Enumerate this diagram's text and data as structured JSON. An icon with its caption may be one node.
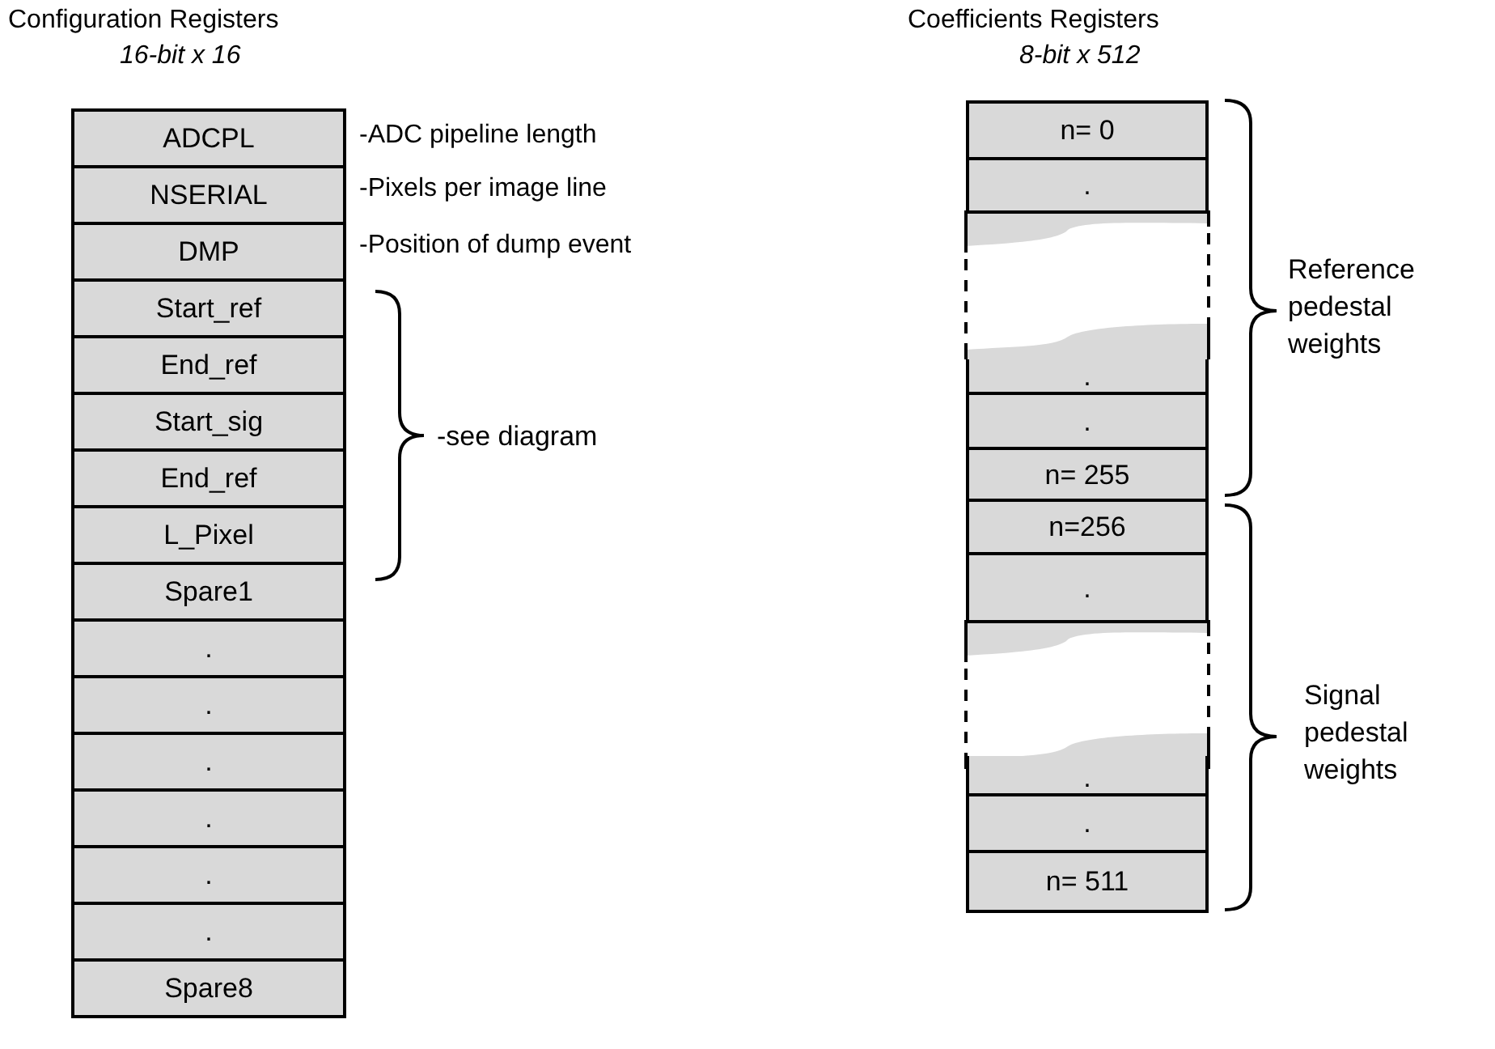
{
  "diagram": {
    "nodes": [
      {
        "text": [
          "Configuration Registers",
          "16-bit x 16"
        ]
      },
      {
        "text": [
          "ADCPL"
        ],
        "in": 0,
        "beside": [
          "-ADC pipeline length"
        ]
      },
      {
        "text": [
          "NSERIAL"
        ],
        "in": 0,
        "beside": [
          "-Pixels per image line"
        ]
      },
      {
        "text": [
          "DMP"
        ],
        "in": 0,
        "beside": [
          "-Position of dump event"
        ]
      },
      {
        "text": [
          "Start_ref"
        ],
        "in": 0
      },
      {
        "text": [
          "End_ref"
        ],
        "in": 0
      },
      {
        "text": [
          "Start_sig"
        ],
        "in": 0
      },
      {
        "text": [
          "End_ref"
        ],
        "in": 0
      },
      {
        "text": [
          "L_Pixel"
        ],
        "in": 0
      },
      {
        "text": [
          "Spare1"
        ],
        "in": 0
      },
      {
        "text": [
          "."
        ],
        "in": 0
      },
      {
        "text": [
          "."
        ],
        "in": 0
      },
      {
        "text": [
          "."
        ],
        "in": 0
      },
      {
        "text": [
          "."
        ],
        "in": 0
      },
      {
        "text": [
          "."
        ],
        "in": 0
      },
      {
        "text": [
          "."
        ],
        "in": 0
      },
      {
        "text": [
          "Spare8"
        ],
        "in": 0
      },
      {
        "text": [
          "Coefficients Registers",
          "8-bit x 512"
        ]
      },
      {
        "text": [
          "n= 0"
        ]
      },
      {
        "text": [
          "."
        ]
      },
      {
        "text": [
          "."
        ]
      },
      {
        "text": [
          "."
        ]
      },
      {
        "text": [
          "n= 255"
        ]
      },
      {
        "text": [
          "n=256"
        ]
      },
      {
        "text": [
          "."
        ]
      },
      {
        "text": [
          "."
        ]
      },
      {
        "text": [
          "."
        ]
      },
      {
        "text": [
          "n= 511"
        ]
      }
    ],
    "edges": [],
    "labels": [
      "-see diagram",
      "Reference pedestal weights",
      "Signal pedestal weights"
    ]
  }
}
